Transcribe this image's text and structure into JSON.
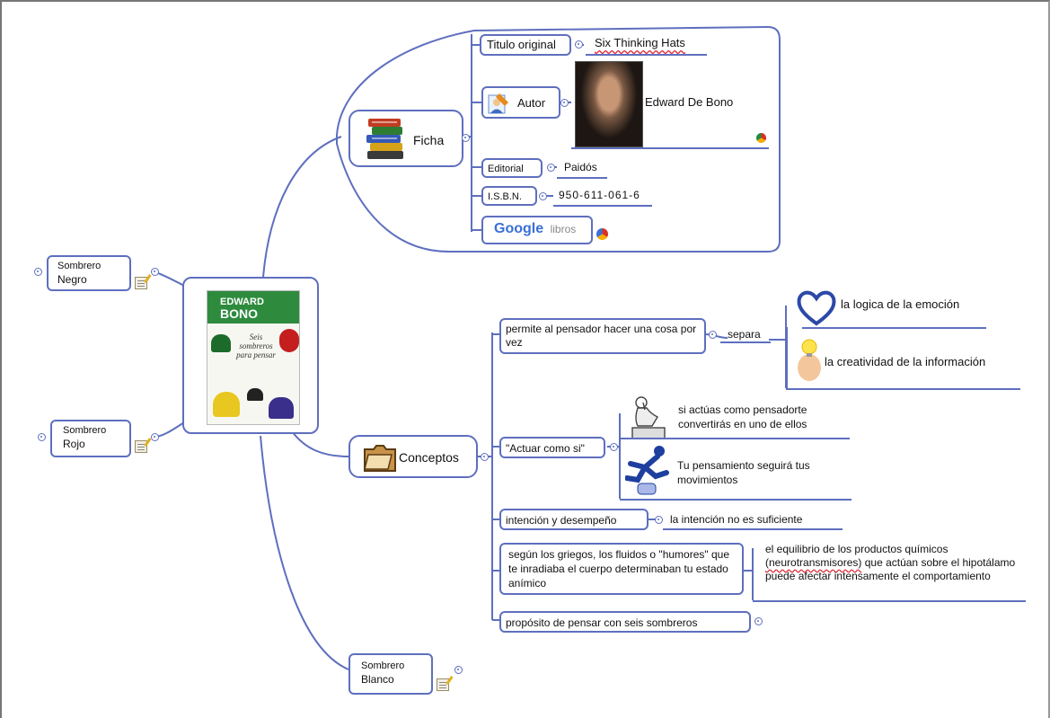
{
  "central": {
    "book_cover": {
      "author_top": "EDWARD",
      "author_bottom": "BONO",
      "title": "Seis sombreros para pensar",
      "subtitle": ""
    }
  },
  "ficha": {
    "label": "Ficha",
    "titulo": {
      "label": "Titulo original",
      "value": "Six Thinking Hats"
    },
    "autor": {
      "label": "Autor",
      "value": "Edward De Bono"
    },
    "editorial": {
      "label": "Editorial",
      "value": "Paidós"
    },
    "isbn": {
      "label": "I.S.B.N.",
      "value": "950-611-061-6"
    },
    "google": {
      "brand": "Google",
      "suffix": "libros"
    }
  },
  "conceptos": {
    "label": "Conceptos",
    "c1": {
      "label": "permite al pensador hacer una cosa por vez",
      "link": "separa",
      "leaf1": "la logica de la emoción",
      "leaf2": "la creatividad de la información"
    },
    "c2": {
      "label": "\"Actuar como si\"",
      "leaf1": "si actúas como pensadorte convertirás en uno de ellos",
      "leaf2": "Tu pensamiento seguirá tus movimientos"
    },
    "c3": {
      "label": "intención y desempeño",
      "leaf": "la intención no es suficiente"
    },
    "c4": {
      "label": "según los griegos, los fluidos o \"humores\" que te inradiaba el cuerpo determinaban tu estado anímico",
      "leaf_a": "el equilibrio de los productos químicos",
      "leaf_b": "(neurotransmisores)",
      "leaf_c": "que actúan sobre el hipotálamo puede afectar intensamente el comportamiento"
    },
    "c5": {
      "label": "propósito de pensar con seis sombreros"
    }
  },
  "sombrero_negro": {
    "line1": "Sombrero",
    "line2": "Negro"
  },
  "sombrero_rojo": {
    "line1": "Sombrero",
    "line2": "Rojo"
  },
  "sombrero_blanco": {
    "line1": "Sombrero",
    "line2": "Blanco"
  },
  "colors": {
    "line": "#5e6fbf",
    "node_border": "#5e6fbf",
    "underline_wavy": "#d23333"
  },
  "icons": [
    "books-icon",
    "clipboard-icon",
    "person-edit-icon",
    "heart-icon",
    "lightbulb-head-icon",
    "thinker-statue-icon",
    "running-figure-icon",
    "note-icon",
    "browser-icon",
    "collapse-icon"
  ]
}
